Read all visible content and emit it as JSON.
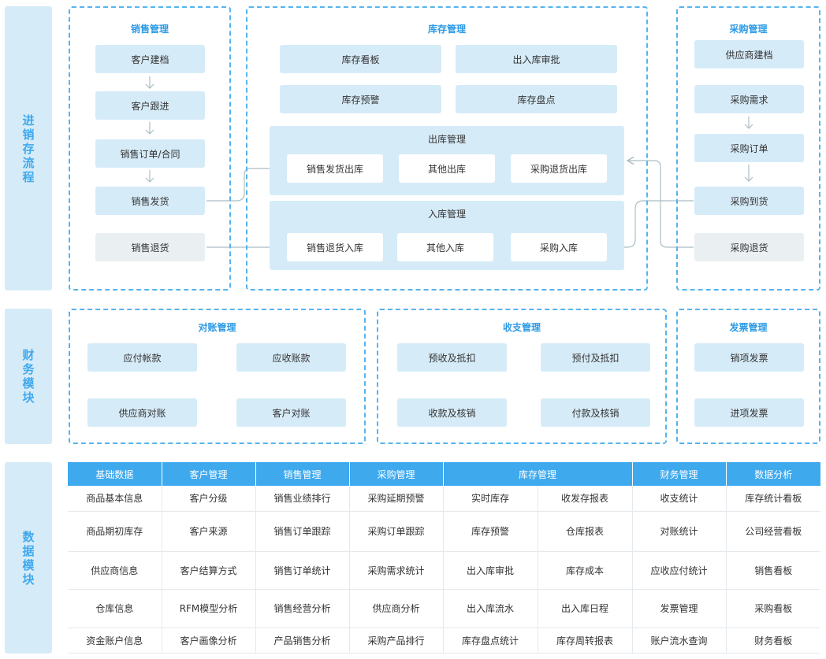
{
  "colors": {
    "accent": "#3fa9ee",
    "box": "#d6ebf8",
    "grey_box": "#eaeff1",
    "dashed": "#55b4ef",
    "connector": "#aabdc4"
  },
  "sections": {
    "flow": "进销存流程",
    "finance": "财务模块",
    "data": "数据模块"
  },
  "sales": {
    "title": "销售管理",
    "items": [
      "客户建档",
      "客户跟进",
      "销售订单/合同",
      "销售发货",
      "销售退货"
    ]
  },
  "inventory": {
    "title": "库存管理",
    "top": [
      "库存看板",
      "出入库审批",
      "库存预警",
      "库存盘点"
    ],
    "outbound": {
      "title": "出库管理",
      "items": [
        "销售发货出库",
        "其他出库",
        "采购退货出库"
      ]
    },
    "inbound": {
      "title": "入库管理",
      "items": [
        "销售退货入库",
        "其他入库",
        "采购入库"
      ]
    }
  },
  "purchase": {
    "title": "采购管理",
    "items": [
      "供应商建档",
      "采购需求",
      "采购订单",
      "采购到货",
      "采购退货"
    ]
  },
  "reconcile": {
    "title": "对账管理",
    "items": [
      "应付帐款",
      "应收账款",
      "供应商对账",
      "客户对账"
    ]
  },
  "payments": {
    "title": "收支管理",
    "items": [
      "预收及抵扣",
      "预付及抵扣",
      "收款及核销",
      "付款及核销"
    ]
  },
  "invoice": {
    "title": "发票管理",
    "items": [
      "销项发票",
      "进项发票"
    ]
  },
  "data_table": {
    "headers": [
      "基础数据",
      "客户管理",
      "销售管理",
      "采购管理",
      "库存管理",
      "财务管理",
      "数据分析"
    ],
    "rows": [
      [
        "商品基本信息",
        "客户分级",
        "销售业绩排行",
        "采购延期预警",
        "实时库存",
        "收发存报表",
        "收支统计",
        "库存统计看板"
      ],
      [
        "商品期初库存",
        "客户来源",
        "销售订单跟踪",
        "采购订单跟踪",
        "库存预警",
        "仓库报表",
        "对账统计",
        "公司经营看板"
      ],
      [
        "供应商信息",
        "客户结算方式",
        "销售订单统计",
        "采购需求统计",
        "出入库审批",
        "库存成本",
        "应收应付统计",
        "销售看板"
      ],
      [
        "仓库信息",
        "RFM模型分析",
        "销售经营分析",
        "供应商分析",
        "出入库流水",
        "出入库日程",
        "发票管理",
        "采购看板"
      ],
      [
        "资金账户信息",
        "客户画像分析",
        "产品销售分析",
        "采购产品排行",
        "库存盘点统计",
        "库存周转报表",
        "账户流水查询",
        "财务看板"
      ]
    ]
  }
}
